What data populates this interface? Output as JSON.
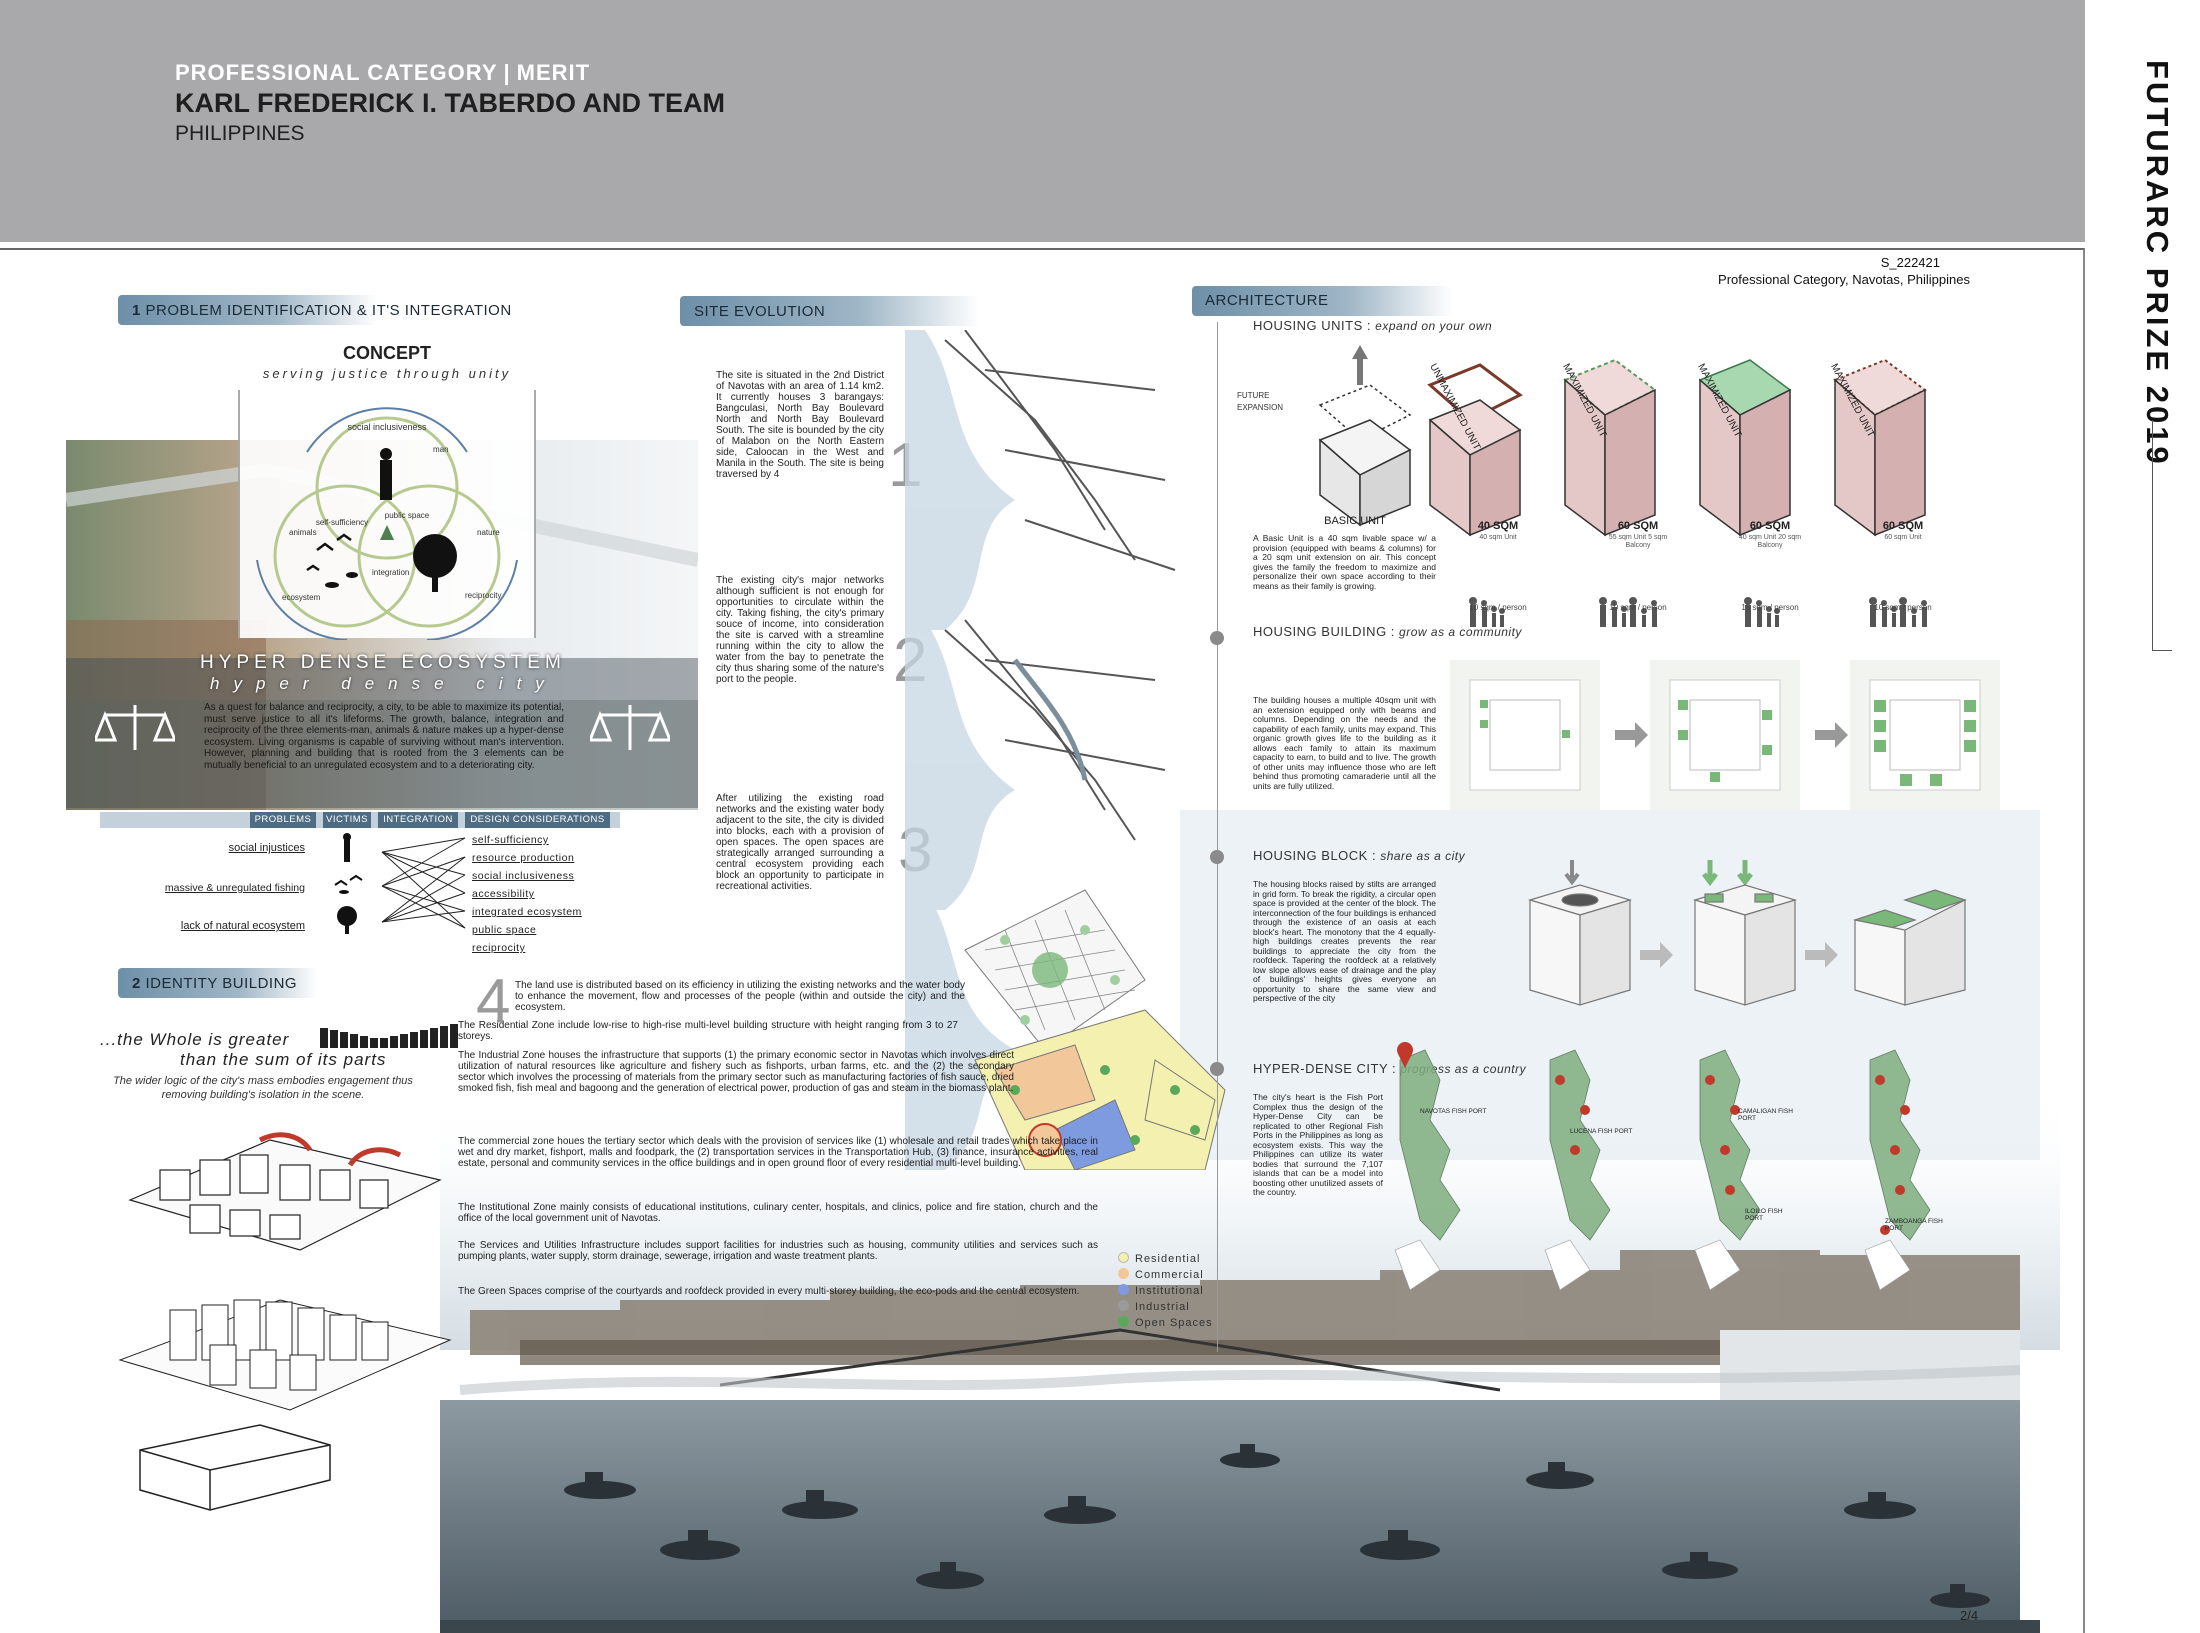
{
  "header": {
    "category": "PROFESSIONAL CATEGORY",
    "separator": "|",
    "award": "MERIT",
    "team": "KARL FREDERICK I. TABERDO AND TEAM",
    "country": "PHILIPPINES"
  },
  "side_title": "FUTURARC PRIZE 2019",
  "submission": {
    "id": "S_222421",
    "subtitle": "Professional Category, Navotas, Philippines",
    "page": "2/4"
  },
  "section1": {
    "number": "1",
    "title": "PROBLEM IDENTIFICATION & IT'S INTEGRATION",
    "concept_title": "CONCEPT",
    "concept_subtitle": "serving justice through unity",
    "venn_labels": [
      "social inclusiveness",
      "self-sufficiency",
      "public space",
      "animals",
      "nature",
      "man",
      "reciprocity",
      "ecosystem",
      "integration"
    ],
    "hd_title": "HYPER DENSE ECOSYSTEM",
    "hd_sub": "hyper dense city",
    "hd_text": "As a quest for balance and reciprocity, a city, to be able to maximize its potential, must serve justice to all it's lifeforms. The growth, balance, integration and reciprocity of the three elements-man, animals & nature makes up a hyper-dense ecosystem. Living organisms is capable of surviving without man's intervention. However, planning and building that is rooted from the 3 elements can be mutually beneficial to an unregulated ecosystem and to a deteriorating city.",
    "table_headers": [
      "PROBLEMS",
      "VICTIMS",
      "INTEGRATION",
      "DESIGN CONSIDERATIONS"
    ],
    "problems": [
      "social injustices",
      "massive & unregulated fishing",
      "lack of natural ecosystem"
    ],
    "design_considerations": [
      "self-sufficiency",
      "resource production",
      "social inclusiveness",
      "accessibility",
      "integrated ecosystem",
      "public space",
      "reciprocity"
    ]
  },
  "section2": {
    "number": "2",
    "title": "IDENTITY BUILDING",
    "quote_line1": "...the Whole is greater",
    "quote_line2": "than the sum of its parts",
    "caption": "The wider logic of the city's mass embodies engagement thus removing building's isolation in the scene."
  },
  "site_evolution": {
    "title": "SITE EVOLUTION",
    "steps": [
      {
        "n": "1",
        "text": "The site is situated in the 2nd District of Navotas with an area of 1.14 km2. It currently houses 3 barangays: Bangculasi, North Bay Boulevard North and North Bay Boulevard South. The site is bounded by the city of Malabon on the North Eastern side, Caloocan in the West and Manila in the South. The site is being traversed by 4"
      },
      {
        "n": "2",
        "text": "The existing city's major networks although sufficient is not enough for opportunities to circulate within the city. Taking fishing, the city's primary souce of income, into consideration the site is carved with a streamline running within the city to allow the water from the bay to penetrate the city thus sharing some of the nature's port to the people."
      },
      {
        "n": "3",
        "text": "After utilizing the existing road networks and the existing water body adjacent to the site, the city is divided into blocks, each with a provision of open spaces. The open spaces are strategically arranged surrounding a central ecosystem providing each block an opportunity to participate in recreational activities."
      },
      {
        "n": "4",
        "text": "The land use is distributed based on its efficiency in utilizing the existing networks and the water body to enhance the movement, flow and processes of the people (within and outside the city) and the ecosystem."
      }
    ],
    "landuse_paragraphs": [
      "The Residential Zone include low-rise to high-rise multi-level building structure with height ranging from 3 to 27 storeys.",
      "The Industrial Zone houses the infrastructure that supports (1) the primary economic sector in Navotas which involves direct utilization of natural resources like agriculture and fishery such as fishports, urban farms, etc. and the (2) the secondary sector which involves the processing of materials from the primary sector such as manufacturing factories of fish sauce, dried smoked fish, fish meal and bagoong and the generation of electrical power, production of gas and steam in the biomass plant.",
      "The commercial zone houes the tertiary sector which deals with the provision of services like (1) wholesale and retail trades which take place in wet and dry market, fishport, malls and foodpark, the (2) transportation services in the Transportation Hub, (3) finance, insurance activities, real estate, personal and community services in the office buildings and in open ground floor of every residential multi-level building.",
      "The Institutional Zone mainly consists of educational institutions, culinary center, hospitals, and clinics, police and fire station, church and the office of the local government unit of Navotas.",
      "The Services and Utilities Infrastructure includes support facilities for industries such as housing, community utilities and services such as pumping plants, water supply, storm drainage, sewerage, irrigation and waste treatment plants.",
      "The Green Spaces comprise of the courtyards and roofdeck provided in every multi-storey building, the eco-pods and the central ecosystem."
    ],
    "legend": [
      {
        "label": "Residential",
        "color": "#f3f0b0"
      },
      {
        "label": "Commercial",
        "color": "#f2c89a"
      },
      {
        "label": "Institutional",
        "color": "#7f9be0"
      },
      {
        "label": "Industrial",
        "color": "#9a9a9a"
      },
      {
        "label": "Open Spaces",
        "color": "#5aa85a"
      }
    ]
  },
  "architecture": {
    "title": "ARCHITECTURE",
    "housing_units": {
      "head": "HOUSING UNITS :",
      "tag": "expand on your own",
      "future": "FUTURE EXPANSION",
      "basic_label": "BASIC UNIT",
      "basic_text": "A Basic Unit is a 40 sqm livable space w/ a provision (equipped with beams & columns) for a 20 sqm unit extension on air. This concept gives the family the freedom to maximize and personalize their own space according to their means as their family is growing.",
      "units": [
        {
          "rot": "UNMAXIMIZED UNIT",
          "area": "40 SQM",
          "sub": "40 sqm Unit",
          "per": "10 sqm / person"
        },
        {
          "rot": "MAXIMIZED UNIT",
          "area": "60 SQM",
          "sub": "55 sqm Unit 5 sqm Balcony",
          "per": "10 sqm / person"
        },
        {
          "rot": "MAXIMIZED UNIT",
          "area": "60 SQM",
          "sub": "40 sqm Unit 20 sqm Balcony",
          "per": "15 sqm / person"
        },
        {
          "rot": "MAXIMIZED UNIT",
          "area": "60 SQM",
          "sub": "60 sqm Unit",
          "per": "10 sqm / person"
        }
      ]
    },
    "housing_building": {
      "head": "HOUSING BUILDING :",
      "tag": "grow as a community",
      "text": "The building houses a multiple 40sqm unit with an extension equipped only with beams and columns. Depending on the needs and the capability of each family, units may expand. This organic growth gives life to the building as it allows each family to attain its maximum capacity to earn, to build and to live. The growth of other units may influence those who are left behind thus promoting camaraderie until all the units are fully utilized."
    },
    "housing_block": {
      "head": "HOUSING BLOCK :",
      "tag": "share as a city",
      "text": "The housing blocks raised by stilts are arranged in grid form. To break the rigidity, a circular open space is provided at the center of the block. The interconnection of the four buildings is enhanced through the existence of an oasis at each block's heart. The monotony that the 4 equally-high buildings creates prevents the rear buildings to appreciate the city from the roofdeck. Tapering the roofdeck at a relatively low slope allows ease of drainage and the play of buildings' heights gives everyone an opportunity to share the same view and perspective of the city"
    },
    "hyper_dense_city": {
      "head": "HYPER-DENSE CITY :",
      "tag": "progress as a country",
      "text": "The city's heart is the Fish Port Complex thus the design of the Hyper-Dense City can be replicated to other Regional Fish Ports in the Philippines as long as ecosystem exists. This way the Philippines can utilize its water bodies that surround the 7,107 islands that can be a model into boosting other unutilized assets of the country.",
      "map_labels": [
        "NAVOTAS FISH PORT",
        "LUCENA FISH PORT",
        "CAMALIGAN FISH PORT",
        "ILOILO FISH PORT",
        "ZAMBOANGA FISH PORT"
      ]
    }
  }
}
